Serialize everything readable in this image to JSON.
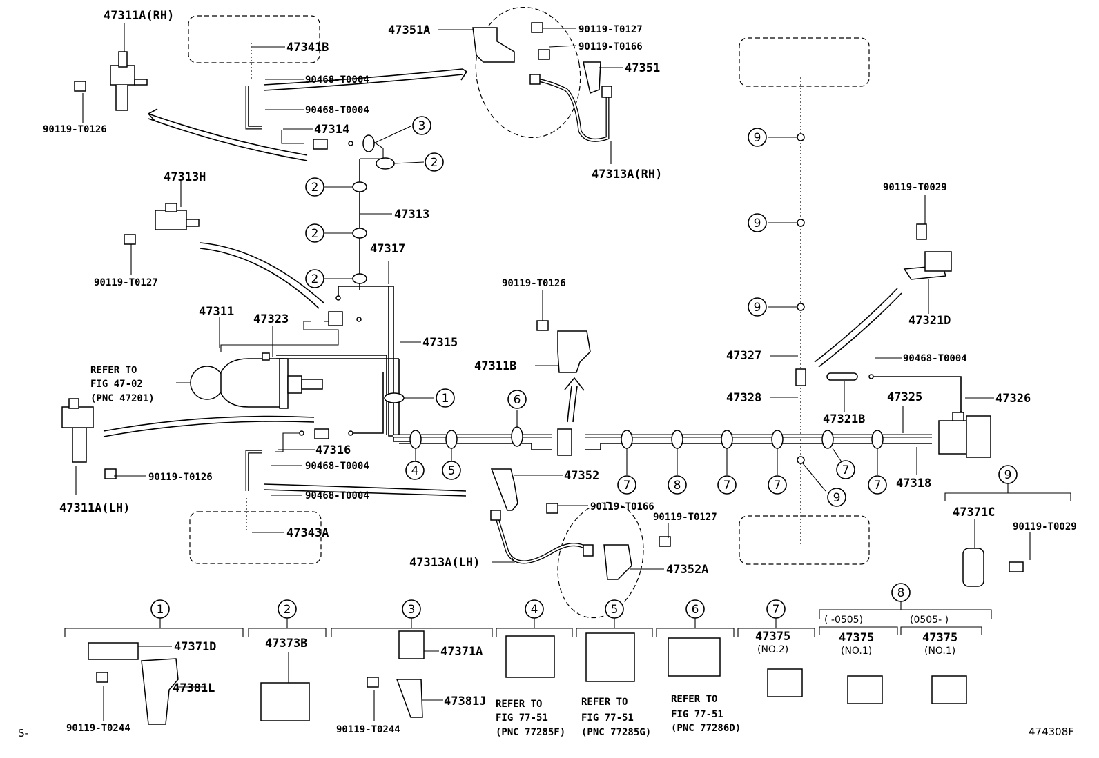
{
  "labels": {
    "p47311A_RH": "47311A(RH)",
    "p47341B": "47341B",
    "p90468_T0004_a": "90468-T0004",
    "p90468_T0004_b": "90468-T0004",
    "p90119_T0126_a": "90119-T0126",
    "p47314": "47314",
    "p47351A": "47351A",
    "p90119_T0127_a": "90119-T0127",
    "p90119_T0166_a": "90119-T0166",
    "p47351": "47351",
    "p47313A_RH": "47313A(RH)",
    "p47313H": "47313H",
    "p90119_T0127_b": "90119-T0127",
    "p47313": "47313",
    "p47317": "47317",
    "p47311": "47311",
    "p47323": "47323",
    "p47315": "47315",
    "refer_47_02_a": "REFER TO",
    "refer_47_02_b": "FIG 47-02",
    "refer_47_02_c": "(PNC 47201)",
    "p47316": "47316",
    "p90468_T0004_c": "90468-T0004",
    "p90119_T0126_b": "90119-T0126",
    "p47311A_LH": "47311A(LH)",
    "p90468_T0004_d": "90468-T0004",
    "p47343A": "47343A",
    "p90119_T0126_c": "90119-T0126",
    "p47311B": "47311B",
    "p47352": "47352",
    "p90119_T0166_b": "90119-T0166",
    "p90119_T0127_c": "90119-T0127",
    "p47352A": "47352A",
    "p47313A_LH": "47313A(LH)",
    "p90119_T0029_a": "90119-T0029",
    "p47321D": "47321D",
    "p90468_T0004_e": "90468-T0004",
    "p47327": "47327",
    "p47328": "47328",
    "p47321B": "47321B",
    "p47325": "47325",
    "p47326": "47326",
    "p47318": "47318",
    "p47371C": "47371C",
    "p90119_T0029_b": "90119-T0029",
    "p47371D": "47371D",
    "p47381L": "47381L",
    "p90119_T0244_a": "90119-T0244",
    "p47373B": "47373B",
    "p47371A": "47371A",
    "p47381J": "47381J",
    "p90119_T0244_b": "90119-T0244",
    "refer4_a": "REFER TO",
    "refer4_b": "FIG 77-51",
    "refer4_c": "(PNC 77285F)",
    "refer5_a": "REFER TO",
    "refer5_b": "FIG 77-51",
    "refer5_c": "(PNC 77285G)",
    "refer6_a": "REFER TO",
    "refer6_b": "FIG 77-51",
    "refer6_c": "(PNC 77286D)",
    "p47375_7": "47375",
    "no2": "(NO.2)",
    "p47375_8a": "47375",
    "no1_a": "(NO.1)",
    "p47375_8b": "47375",
    "no1_b": "(NO.1)",
    "range_a": "(      -0505)",
    "range_b": "(0505-       )",
    "corner_left": "S-",
    "corner_right": "474308F"
  },
  "refs": {
    "r1": "1",
    "r2": "2",
    "r3": "3",
    "r4": "4",
    "r5": "5",
    "r6": "6",
    "r7": "7",
    "r8": "8",
    "r9": "9"
  },
  "icons": [
    "brake-tube",
    "clamp",
    "union",
    "bolt",
    "bracket",
    "flexible-hose",
    "master-cylinder",
    "actuator"
  ]
}
